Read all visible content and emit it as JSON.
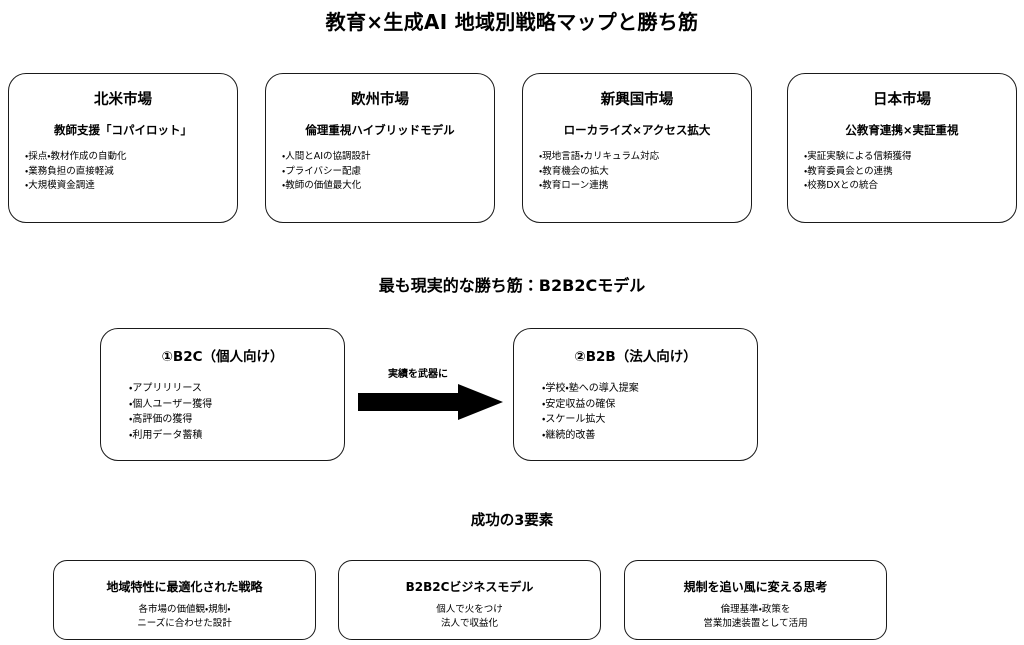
{
  "title": "教育×生成AI 地域別戦略マップと勝ち筋",
  "markets": [
    {
      "name": "北米市場",
      "strategy": "教師支援「コパイロット」",
      "bullets": [
        "・採点・教材作成の自動化",
        "・業務負担の直接軽減",
        "・大規模資金調達"
      ]
    },
    {
      "name": "欧州市場",
      "strategy": "倫理重視ハイブリッドモデル",
      "bullets": [
        "・人間とAIの協調設計",
        "・プライバシー配慮",
        "・教師の価値最大化"
      ]
    },
    {
      "name": "新興国市場",
      "strategy": "ローカライズ×アクセス拡大",
      "bullets": [
        "・現地言語・カリキュラム対応",
        "・教育機会の拡大",
        "・教育ローン連携"
      ]
    },
    {
      "name": "日本市場",
      "strategy": "公教育連携×実証重視",
      "bullets": [
        "・実証実験による信頼獲得",
        "・教育委員会との連携",
        "・校務DXとの統合"
      ]
    }
  ],
  "flow_section": {
    "heading": "最も現実的な勝ち筋：B2B2Cモデル",
    "arrow_label": "実績を武器に",
    "steps": [
      {
        "title": "①B2C（個人向け）",
        "bullets": [
          "・アプリリリース",
          "・個人ユーザー獲得",
          "・高評価の獲得",
          "・利用データ蓄積"
        ]
      },
      {
        "title": "②B2B（法人向け）",
        "bullets": [
          "・学校・塾への導入提案",
          "・安定収益の確保",
          "・スケール拡大",
          "・継続的改善"
        ]
      }
    ]
  },
  "success_section": {
    "heading": "成功の3要素",
    "factors": [
      {
        "title": "地域特性に最適化された戦略",
        "description": "各市場の価値観・規制・\nニーズに合わせた設計"
      },
      {
        "title": "B2B2Cビジネスモデル",
        "description": "個人で火をつけ\n法人で収益化"
      },
      {
        "title": "規制を追い風に変える思考",
        "description": "倫理基準・政策を\n営業加速装置として活用"
      }
    ]
  }
}
